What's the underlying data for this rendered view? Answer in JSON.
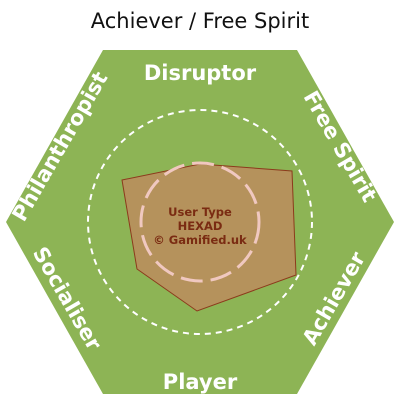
{
  "title": "Achiever / Free Spirit",
  "hexad": {
    "sides": {
      "top": "Disruptor",
      "upper_right": "Free Spirit",
      "lower_right": "Achiever",
      "bottom": "Player",
      "lower_left": "Socialiser",
      "upper_left": "Philanthropist"
    },
    "center_lines": [
      "User Type",
      "HEXAD",
      "© Gamified.uk"
    ]
  },
  "colors": {
    "hexagon_fill": "#8db455",
    "score_fill": "#b5925c",
    "score_stroke": "#8c3a1c",
    "inner_dash_circle": "#ffffff",
    "center_circle": "#f0c8c0",
    "side_text": "#ffffff",
    "center_text": "#7a2b12"
  }
}
